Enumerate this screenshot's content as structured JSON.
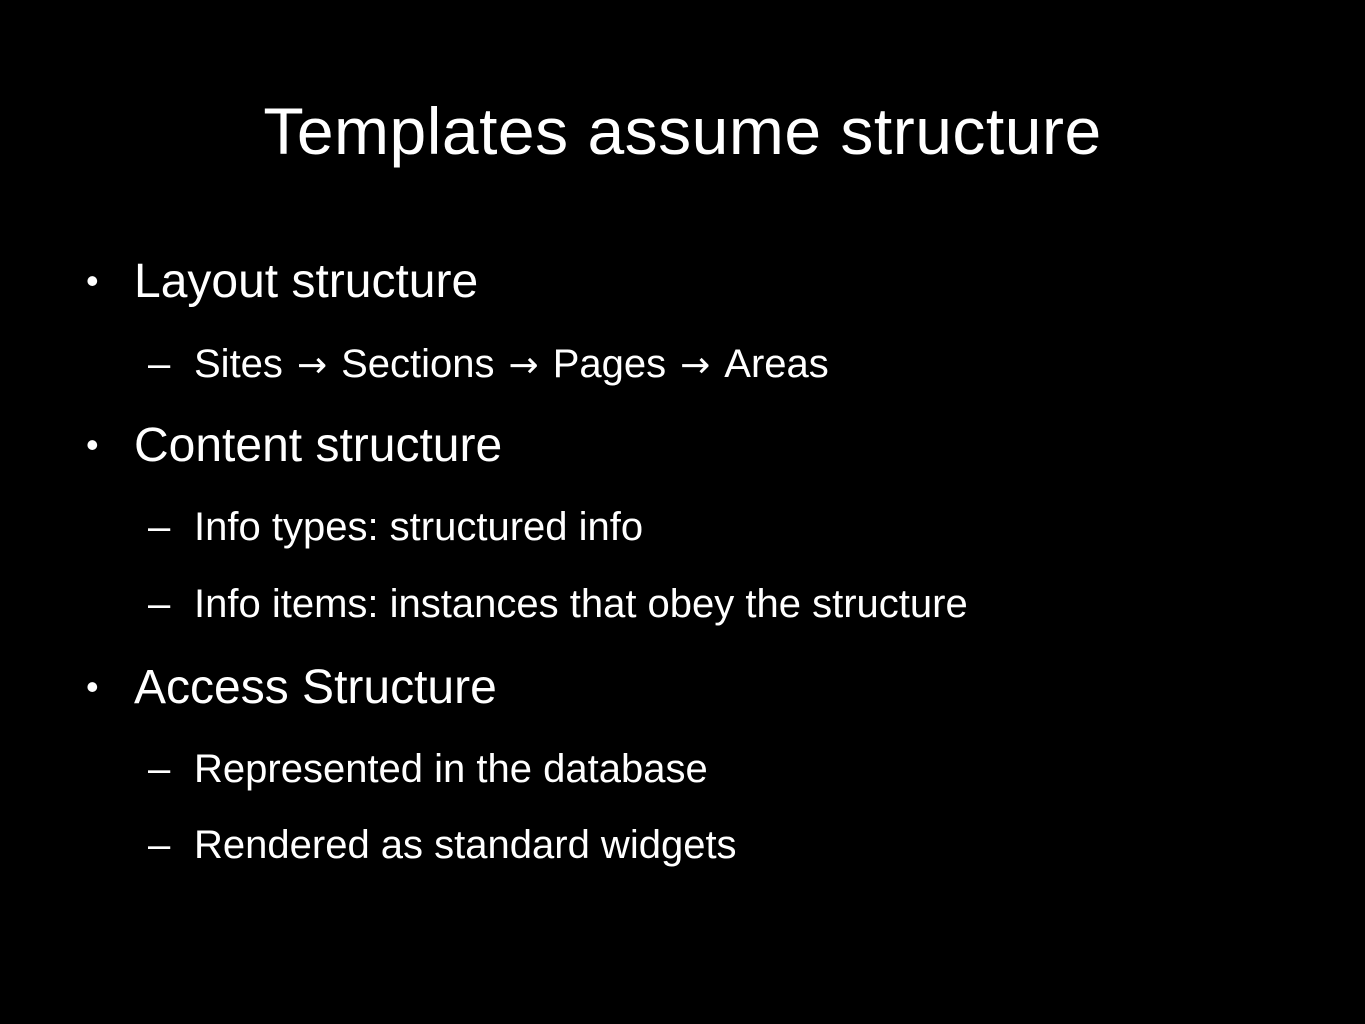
{
  "slide": {
    "title": "Templates assume structure",
    "bullet_symbol": "•",
    "dash_symbol": "–",
    "arrow_symbol": "→",
    "items": [
      {
        "text": "Layout structure",
        "subitems": []
      },
      {
        "text": "Content structure",
        "subitems": [
          "Info types: structured info",
          "Info items: instances that obey the structure"
        ]
      },
      {
        "text": "Access Structure",
        "subitems": [
          "Represented in the database",
          "Rendered as standard widgets"
        ]
      }
    ],
    "layout_path": [
      "Sites",
      "Sections",
      "Pages",
      "Areas"
    ]
  }
}
